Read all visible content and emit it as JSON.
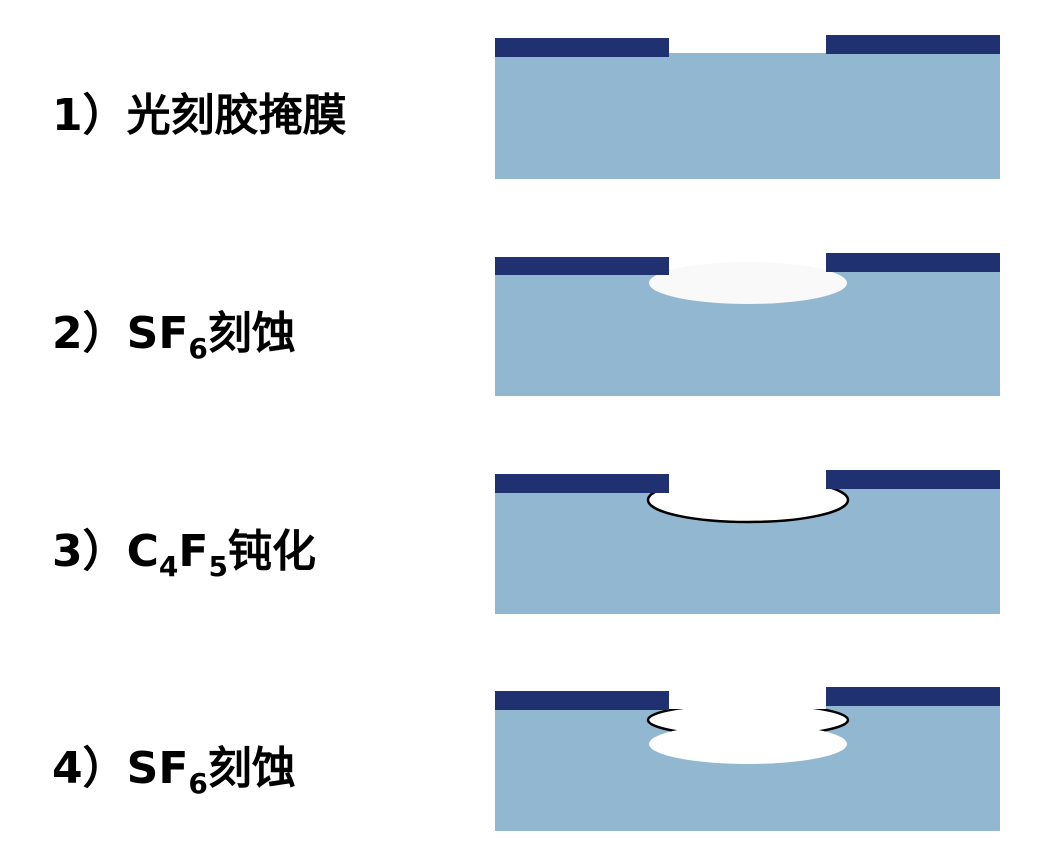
{
  "steps": [
    {
      "number": "1）",
      "text": "光刻胶掩膜"
    },
    {
      "number": "2）",
      "pre": "SF",
      "sub": "6",
      "post": "刻蚀"
    },
    {
      "number": "3）",
      "pre": "C",
      "sub1": "4",
      "mid": "F",
      "sub2": "5",
      "post": "钝化"
    },
    {
      "number": "4）",
      "pre": "SF",
      "sub": "6",
      "post": "刻蚀"
    }
  ],
  "colors": {
    "substrate": "#91b8d0",
    "photoresist": "#1f3170",
    "cavity": "#f9f9f9",
    "passivation": "#000000",
    "background": "#ffffff"
  }
}
